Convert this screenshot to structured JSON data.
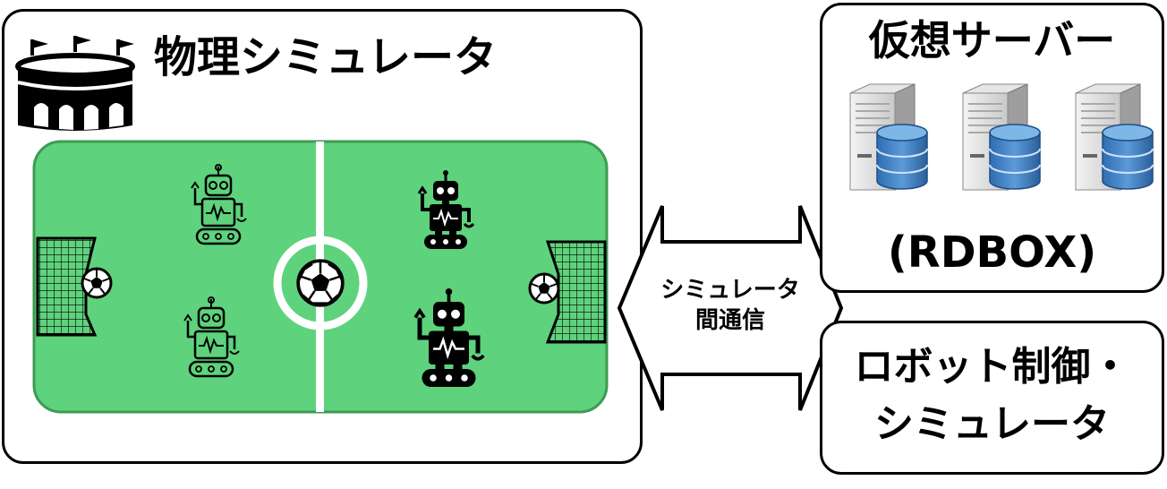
{
  "simulator": {
    "title": "物理シミュレータ"
  },
  "communication": {
    "line1": "シミュレータ",
    "line2": "間通信"
  },
  "virtual_server": {
    "title": "仮想サーバー",
    "subtitle": "(RDBOX)"
  },
  "robot_control": {
    "line1": "ロボット制御・",
    "line2": "シミュレータ"
  },
  "colors": {
    "field_green": "#5ed27c",
    "field_border": "#3e9b52",
    "db_blue": "#3c7fc4"
  },
  "icons": [
    "stadium-icon",
    "robot-icon",
    "soccer-ball-icon",
    "goal-net-icon",
    "server-icon",
    "database-icon",
    "double-arrow-icon"
  ]
}
